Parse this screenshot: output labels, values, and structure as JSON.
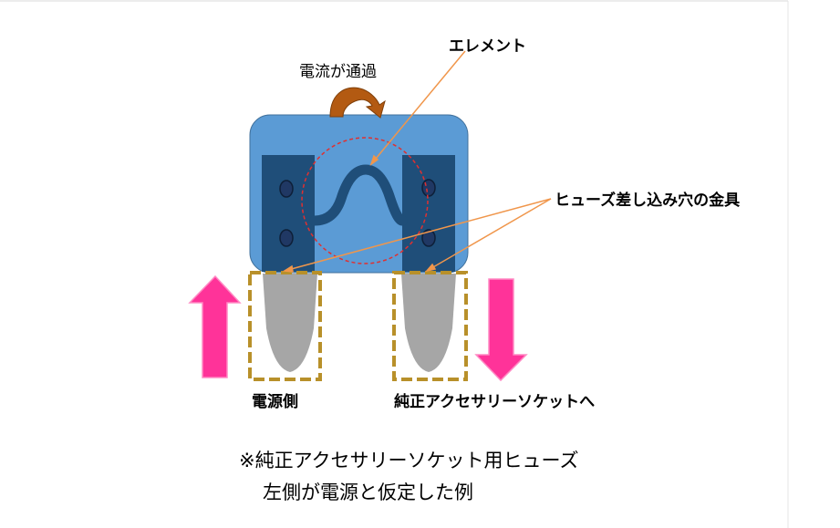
{
  "labels": {
    "current_flow": "電流が通過",
    "element": "エレメント",
    "socket_fitting": "ヒューズ差し込み穴の金具",
    "power_side": "電源側",
    "to_socket": "純正アクセサリーソケットへ"
  },
  "note": {
    "line1": "※純正アクセサリーソケット用ヒューズ",
    "line2": "左側が電源と仮定した例"
  },
  "colors": {
    "fuse_body": "#5b9bd5",
    "terminal": "#1f4e79",
    "blade": "#a6a6a6",
    "element_highlight": "#e03030",
    "pointer_line": "#f0964b",
    "curved_arrow": "#b35a12",
    "flow_arrow": "#ff3399",
    "fitting_box": "#b8902a"
  }
}
